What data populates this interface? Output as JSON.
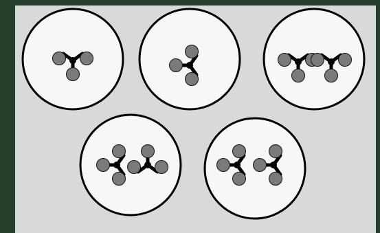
{
  "colors": {
    "outer_background": "#22402b",
    "panel_background": "#d9d9d9",
    "circle_fill": "#f7f7f7",
    "circle_stroke": "#000000",
    "molecule_dot": "#7a7a7a",
    "molecule_dot_stroke": "#111111",
    "bond": "#000000"
  },
  "diagram": {
    "containers": [
      {
        "name": "container-1",
        "molecules": 1
      },
      {
        "name": "container-2",
        "molecules": 1
      },
      {
        "name": "container-3",
        "molecules": 2
      },
      {
        "name": "container-4",
        "molecules": 2
      },
      {
        "name": "container-5",
        "molecules": 2
      }
    ]
  }
}
